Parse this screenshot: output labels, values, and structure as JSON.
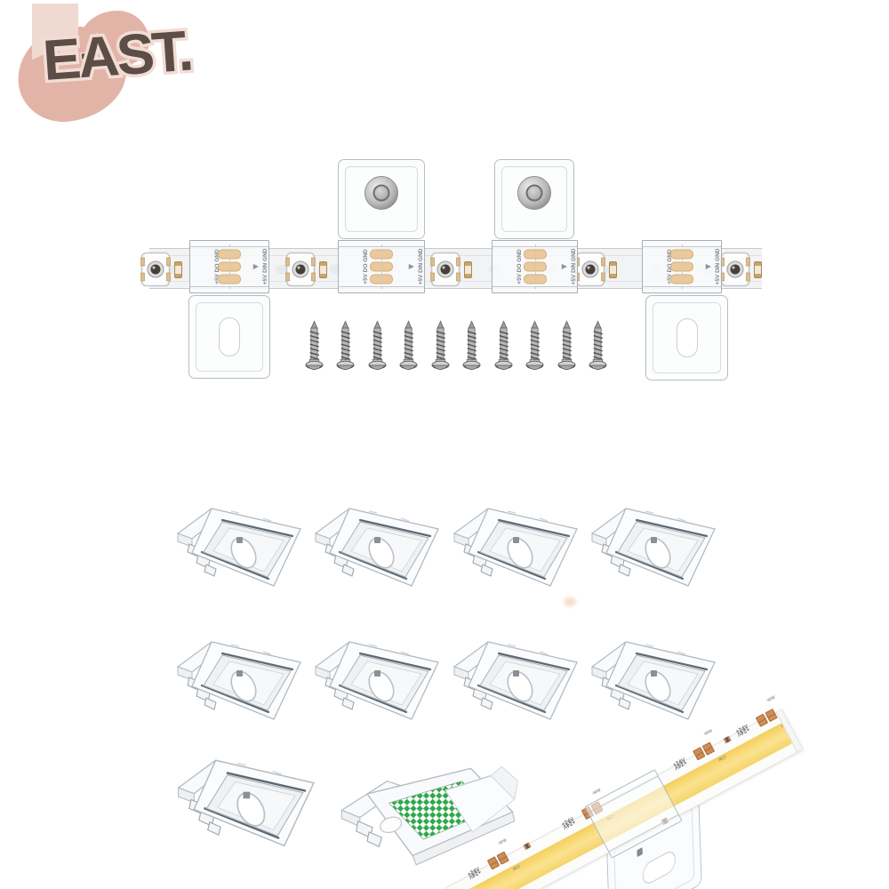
{
  "brand": {
    "logo_text": "EAST.",
    "logo_hyphen": "-",
    "colors": {
      "text": "#5c4d47",
      "outline": "#f2ddd5",
      "blob": "#e2b4a8",
      "banner": "#efd9d1"
    }
  },
  "top_assembly": {
    "strip": {
      "left_label": "+5V DO GND",
      "right_label": "+5V DIN GND",
      "direction_arrow": "▶",
      "joint_count": 4,
      "pads_per_joint": 3,
      "pad_color": "#eac99c"
    },
    "leds": {
      "count": 5
    },
    "mount_clips": {
      "screw_flap_count": 2,
      "slot_flap_count": 2
    },
    "screws": {
      "count": 10,
      "color": "#b5b5b5"
    }
  },
  "clip_grid": {
    "row1_count": 4,
    "row2_count": 4,
    "row3_count": 1,
    "adhesive_clip_count": 1,
    "tape_color": "#2fa84a",
    "clip_body_color": "#fafcfd"
  },
  "cob_assembly": {
    "label_24v": "+24V",
    "label_cw": "-CW",
    "label_ww": "-WW",
    "pad_group_count": 4,
    "stripe_color": "#f8d96e",
    "pad_color": "#cf8d55"
  }
}
